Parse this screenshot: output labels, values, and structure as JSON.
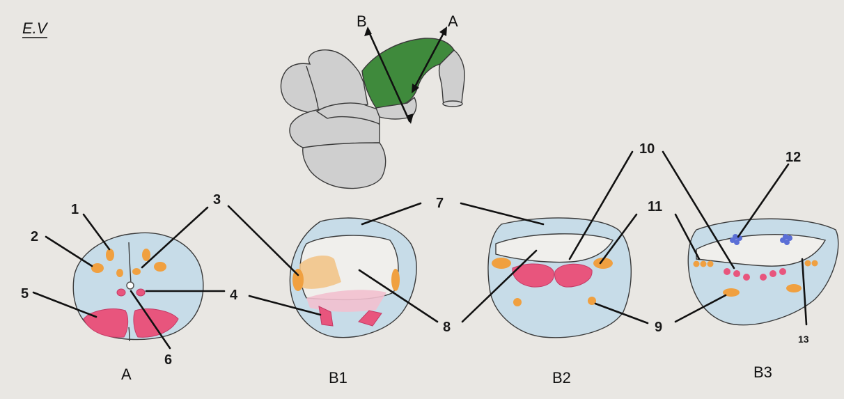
{
  "title": "E.V",
  "arrow_labels": {
    "a": "A",
    "b": "B"
  },
  "numbers": {
    "n1": "1",
    "n2": "2",
    "n3": "3",
    "n4": "4",
    "n5": "5",
    "n6": "6",
    "n7": "7",
    "n8": "8",
    "n9": "9",
    "n10": "10",
    "n11": "11",
    "n12": "12",
    "n13": "13"
  },
  "sections": {
    "a": "A",
    "b1": "B1",
    "b2": "B2",
    "b3": "B3"
  },
  "colors": {
    "background": "#e9e7e3",
    "section_fill": "#c7dce8",
    "brain_fill": "#cfcfcf",
    "highlight_green": "#3f8a3c",
    "nucleus_orange": "#f0a040",
    "motor_pink": "#e8557d",
    "vessel_blue": "#5b6fd6",
    "line": "#111111"
  }
}
